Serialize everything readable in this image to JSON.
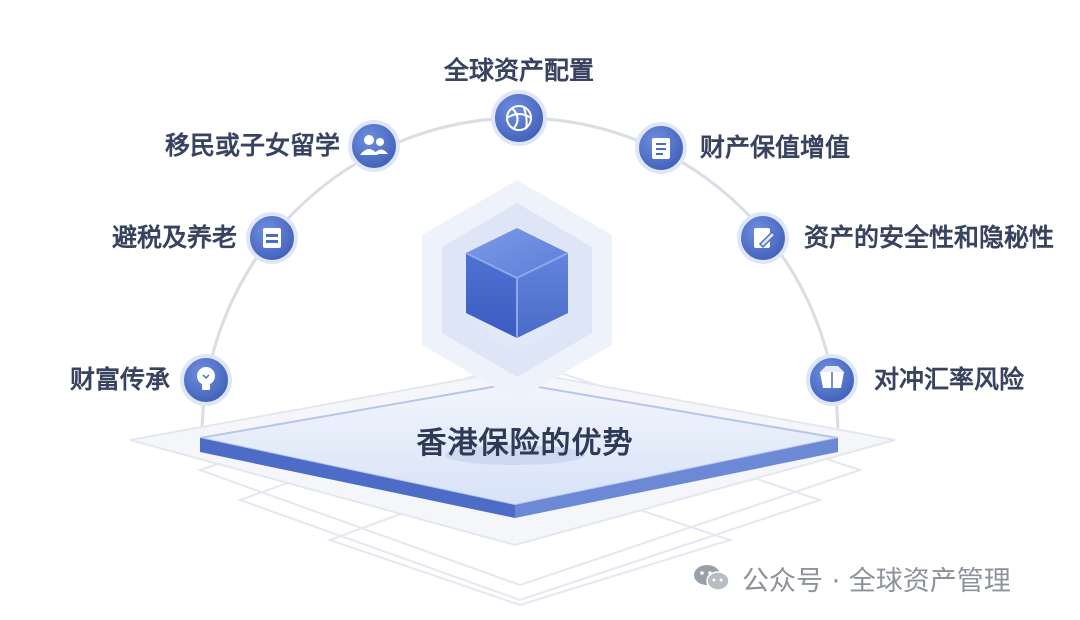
{
  "diagram": {
    "center_label": "香港保险的优势",
    "nodes": [
      {
        "id": "global",
        "label": "全球资产配置",
        "icon": "globe-icon"
      },
      {
        "id": "immigration",
        "label": "移民或子女留学",
        "icon": "users-icon"
      },
      {
        "id": "preserve",
        "label": "财产保值增值",
        "icon": "document-icon"
      },
      {
        "id": "tax",
        "label": "避税及养老",
        "icon": "calendar-icon"
      },
      {
        "id": "security",
        "label": "资产的安全性和隐秘性",
        "icon": "edit-document-icon"
      },
      {
        "id": "inherit",
        "label": "财富传承",
        "icon": "lightbulb-icon"
      },
      {
        "id": "fx",
        "label": "对冲汇率风险",
        "icon": "box-icon"
      }
    ]
  },
  "watermark": {
    "text": "公众号 · 全球资产管理",
    "icon": "wechat-icon"
  },
  "colors": {
    "node_fill": "#4a6cc2",
    "arc": "#d9dde6",
    "cube_front": "#4e72d4",
    "platform_top": "#e6edfb",
    "label_text": "#38435f"
  }
}
